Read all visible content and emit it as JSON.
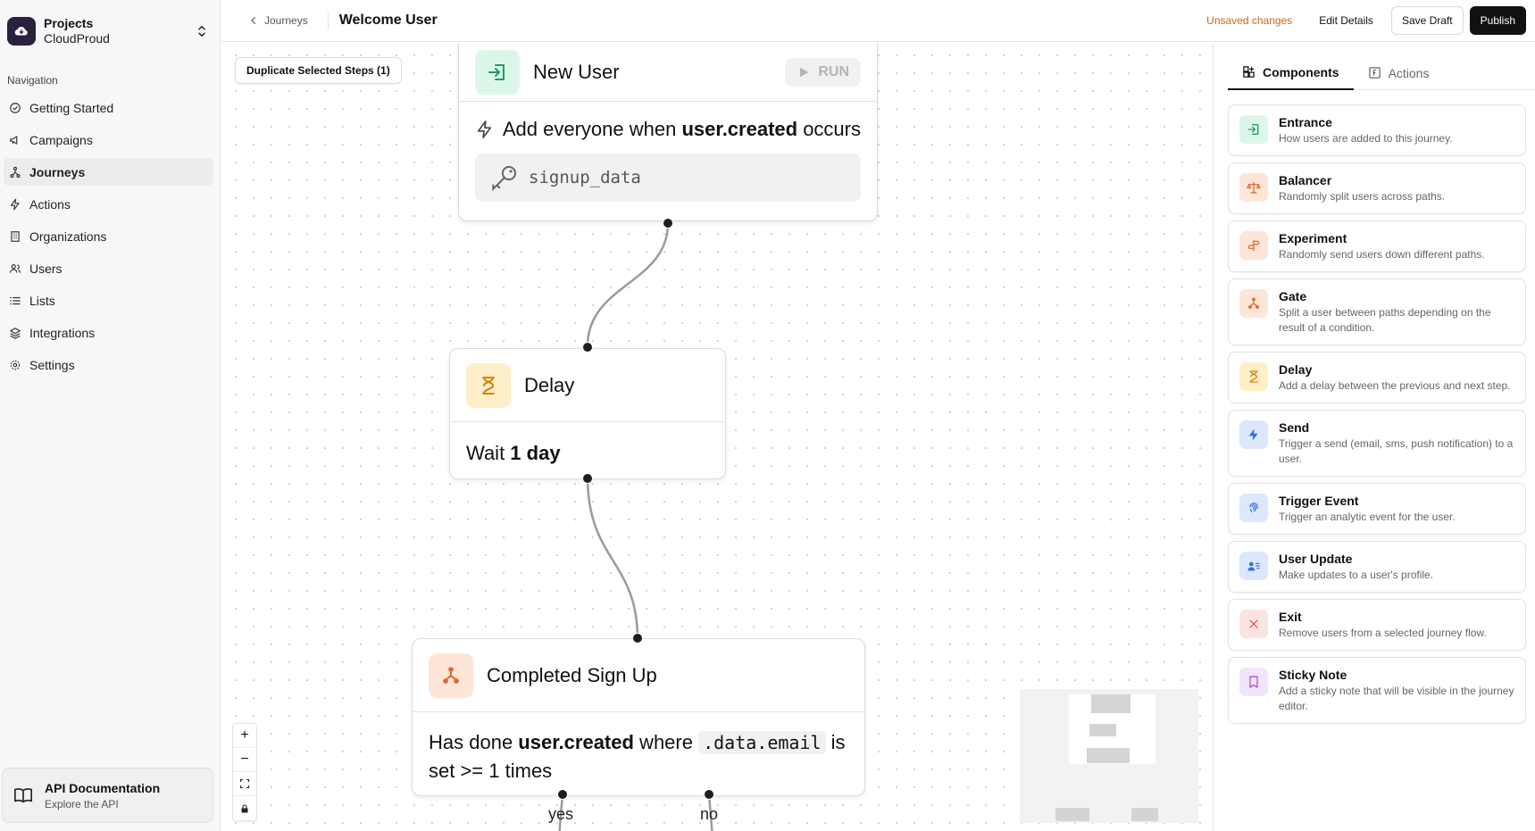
{
  "sidebar": {
    "project_title": "Projects",
    "project_name": "CloudProud",
    "nav_heading": "Navigation",
    "items": [
      {
        "label": "Getting Started",
        "icon": "check-circle-icon"
      },
      {
        "label": "Campaigns",
        "icon": "megaphone-icon"
      },
      {
        "label": "Journeys",
        "icon": "journey-icon",
        "active": true
      },
      {
        "label": "Actions",
        "icon": "bolt-icon"
      },
      {
        "label": "Organizations",
        "icon": "building-icon"
      },
      {
        "label": "Users",
        "icon": "users-icon"
      },
      {
        "label": "Lists",
        "icon": "list-icon"
      },
      {
        "label": "Integrations",
        "icon": "layers-icon"
      },
      {
        "label": "Settings",
        "icon": "gear-icon"
      }
    ],
    "api_title": "API Documentation",
    "api_sub": "Explore the API"
  },
  "topbar": {
    "back_label": "Journeys",
    "title": "Welcome User",
    "unsaved": "Unsaved changes",
    "edit_details": "Edit Details",
    "save_draft": "Save Draft",
    "publish": "Publish"
  },
  "canvas": {
    "duplicate_label": "Duplicate Selected Steps (1)",
    "entrance_node": {
      "title": "New User",
      "run_label": "RUN",
      "text_prefix": "Add everyone when ",
      "event": "user.created",
      "text_suffix": " occurs",
      "code": "signup_data"
    },
    "delay_node": {
      "title": "Delay",
      "prefix": "Wait ",
      "amount": "1 day"
    },
    "gate_node": {
      "title": "Completed Sign Up",
      "prefix": "Has done ",
      "event": "user.created",
      "mid": " where ",
      "field": ".data.email",
      "suffix": " is set >= 1 times",
      "yes_label": "yes",
      "no_label": "no"
    },
    "zoom": {
      "in": "+",
      "out": "−"
    }
  },
  "panel": {
    "tabs": [
      {
        "label": "Components",
        "icon": "components-icon",
        "active": true
      },
      {
        "label": "Actions",
        "icon": "function-icon"
      }
    ],
    "components": [
      {
        "title": "Entrance",
        "desc": "How users are added to this journey.",
        "icon": "entrance-icon",
        "bg": "#dcf7ea",
        "fg": "#1f9c63"
      },
      {
        "title": "Balancer",
        "desc": "Randomly split users across paths.",
        "icon": "scale-icon",
        "bg": "#fde6d8",
        "fg": "#e3622b"
      },
      {
        "title": "Experiment",
        "desc": "Randomly send users down different paths.",
        "icon": "signpost-icon",
        "bg": "#fde6d8",
        "fg": "#e3622b"
      },
      {
        "title": "Gate",
        "desc": "Split a user between paths depending on the result of a condition.",
        "icon": "gate-icon",
        "bg": "#fde6d8",
        "fg": "#e3622b"
      },
      {
        "title": "Delay",
        "desc": "Add a delay between the previous and next step.",
        "icon": "hourglass-icon",
        "bg": "#fdf0c8",
        "fg": "#d7820d"
      },
      {
        "title": "Send",
        "desc": "Trigger a send (email, sms, push notification) to a user.",
        "icon": "send-bolt-icon",
        "bg": "#dde8fd",
        "fg": "#2f6fe6"
      },
      {
        "title": "Trigger Event",
        "desc": "Trigger an analytic event for the user.",
        "icon": "fingerprint-icon",
        "bg": "#dde8fd",
        "fg": "#2f6fe6"
      },
      {
        "title": "User Update",
        "desc": "Make updates to a user's profile.",
        "icon": "user-edit-icon",
        "bg": "#dde8fd",
        "fg": "#2f6fe6"
      },
      {
        "title": "Exit",
        "desc": "Remove users from a selected journey flow.",
        "icon": "close-icon",
        "bg": "#fde2e2",
        "fg": "#e0474c"
      },
      {
        "title": "Sticky Note",
        "desc": "Add a sticky note that will be visible in the journey editor.",
        "icon": "bookmark-icon",
        "bg": "#f1e4fb",
        "fg": "#9d4ad6"
      }
    ]
  },
  "colors": {
    "entrance_bg": "#dcf7ea",
    "entrance_fg": "#1f9c63",
    "delay_bg": "#fdf0c8",
    "delay_fg": "#d7820d",
    "gate_bg": "#fde6d8",
    "gate_fg": "#e3622b",
    "unsaved": "#c7681a"
  }
}
